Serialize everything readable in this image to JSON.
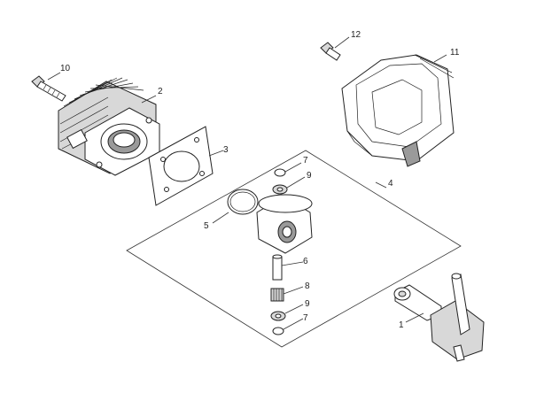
{
  "callouts": {
    "p1": "1",
    "p2": "2",
    "p3": "3",
    "p4": "4",
    "p5": "5",
    "p6": "6",
    "p7a": "7",
    "p7b": "7",
    "p8": "8",
    "p9a": "9",
    "p9b": "9",
    "p10": "10",
    "p11": "11",
    "p12": "12"
  },
  "colors": {
    "line": "#222222",
    "shade": "#d8d8d8",
    "dark": "#9a9a9a"
  },
  "icons": {
    "bolt_10": "bolt-icon",
    "bolt_12": "bolt-icon",
    "cylinder": "cylinder-icon",
    "gasket": "gasket-icon",
    "piston": "piston-icon",
    "crankshaft": "crankshaft-icon",
    "shroud": "shroud-icon"
  }
}
